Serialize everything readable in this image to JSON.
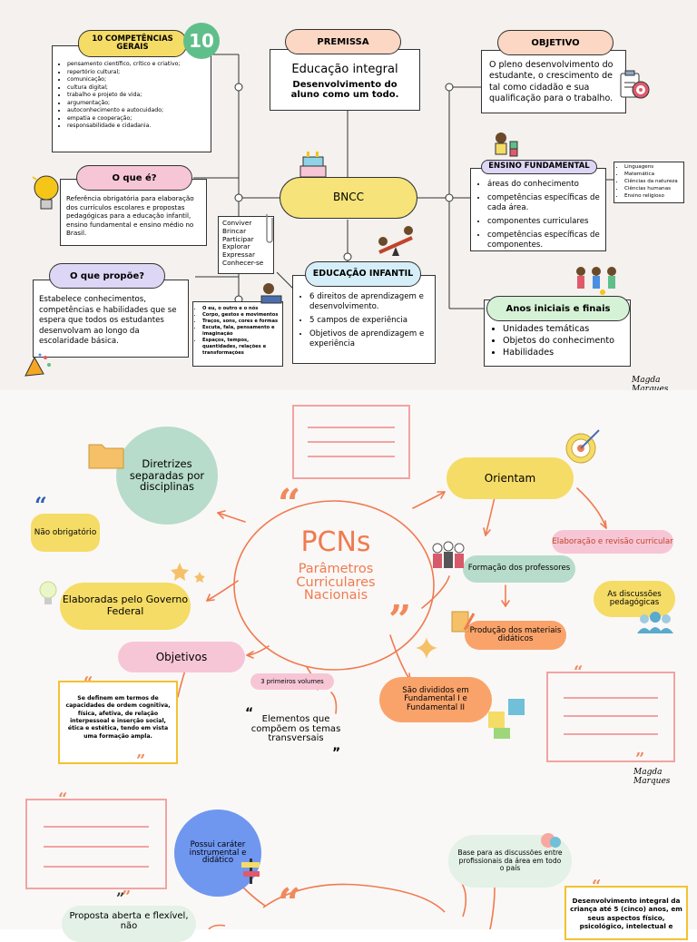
{
  "bncc": {
    "competencias": {
      "title": "10 COMPETÊNCIAS GERAIS",
      "badge": "10",
      "items": [
        "pensamento científico, crítico e criativo;",
        "repertório cultural;",
        "comunicação;",
        "cultura digital;",
        "trabalho e projeto de vida;",
        "argumentação;",
        "autoconhecimento e autocuidado;",
        "empatia e cooperação;",
        "responsabilidade e cidadania."
      ]
    },
    "premissa": {
      "title": "PREMISSA",
      "line1": "Educação integral",
      "line2": "Desenvolvimento do aluno como um todo."
    },
    "objetivo": {
      "title": "OBJETIVO",
      "text": "O pleno desenvolvimento do estudante, o crescimento de tal como cidadão e sua qualificação para o trabalho."
    },
    "oque_e": {
      "title": "O que é?",
      "text": "Referência obrigatória para elaboração dos currículos escolares e propostas pedagógicas para a educação infantil, ensino fundamental e ensino médio no Brasil."
    },
    "center": "BNCC",
    "ensino_fundamental": {
      "title": "ENSINO FUNDAMENTAL",
      "items": [
        "áreas do conhecimento",
        "competências específicas de cada área.",
        "componentes curriculares",
        "competências específicas de componentes."
      ],
      "areas": [
        "Linguagens",
        "Matemática",
        "Ciências da natureza",
        "Ciências humanas",
        "Ensino religioso"
      ]
    },
    "verbos": [
      "Conviver",
      "Brincar",
      "Participar",
      "Explorar",
      "Expressar",
      "Conhecer-se"
    ],
    "oque_propoe": {
      "title": "O que propõe?",
      "text": "Estabelece conhecimentos, competências e habilidades que se espera que todos os estudantes desenvolvam ao longo da escolaridade básica."
    },
    "campos": [
      "O eu, o outro e o nós",
      "Corpo, gestos e movimentos",
      "Traços, sons, cores e formas",
      "Escuta, fala, pensamento e imaginação",
      "Espaços, tempos, quantidades, relações e transformações"
    ],
    "educacao_infantil": {
      "title": "EDUCAÇÃO INFANTIL",
      "items": [
        "6 direitos de aprendizagem e desenvolvimento.",
        "5 campos de experiência",
        "Objetivos de aprendizagem e experiência"
      ]
    },
    "anos_iniciais": {
      "title": "Anos iniciais e finais",
      "items": [
        "Unidades temáticas",
        "Objetos do conhecimento",
        "Habilidades"
      ]
    },
    "signature": "Magda Marques"
  },
  "pcns": {
    "title": "PCNs",
    "subtitle": "Parâmetros Curriculares Nacionais",
    "diretrizes": "Diretrizes separadas por disciplinas",
    "nao_obrigatorio": "Não obrigatório",
    "elaboradas": "Elaboradas pelo Governo Federal",
    "objetivos": "Objetivos",
    "objetivos_text": "Se definem em termos de capacidades de ordem cognitiva, física, afetiva, de relação interpessoal e inserção social, ética e estética, tendo em vista uma formação ampla.",
    "volumes": "3 primeiros volumes",
    "elementos": "Elementos que compõem os temas transversais",
    "orientam": "Orientam",
    "elaboracao": "Elaboração e revisão curricular",
    "formacao": "Formação dos professores",
    "discussoes": "As discussões pedagógicas",
    "producao": "Produção dos materiais didáticos",
    "divididos": "São divididos em Fundamental I e Fundamental II",
    "signature": "Magda Marques"
  },
  "third": {
    "carater": "Possui caráter instrumental e didático",
    "base": "Base para as discussões entre profissionais da área em todo o país",
    "proposta": "Proposta aberta e flexível, não",
    "desenvolvimento": "Desenvolvimento integral da criança até 5 (cinco) anos, em seus aspectos físico, psicológico, intelectual e"
  },
  "colors": {
    "peach": "#fbd7c4",
    "yellow": "#f5dc66",
    "pink": "#f7c6d6",
    "lavender": "#ddd6f5",
    "green": "#d6f2d6",
    "bncc_yellow": "#f6e37a",
    "coral": "#f07a50",
    "mint": "#b7dccb",
    "orange_blob": "#f9a36b"
  }
}
